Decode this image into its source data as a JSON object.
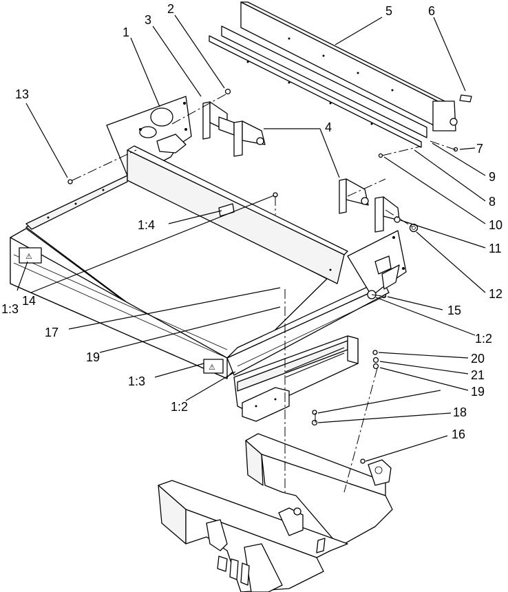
{
  "diagram": {
    "kind": "exploded parts view",
    "line_color": "#000000",
    "background_color": "#ffffff"
  },
  "callouts": {
    "c1": "1",
    "c2": "2",
    "c3": "3",
    "c4": "4",
    "c5": "5",
    "c6": "6",
    "c7": "7",
    "c8": "8",
    "c9": "9",
    "c10": "10",
    "c11": "11",
    "c12": "12",
    "c13": "13",
    "c14": "14",
    "c15": "15",
    "c16": "16",
    "c17": "17",
    "c18": "18",
    "c19": "19",
    "c20": "20",
    "c21": "21",
    "c1_2": "1:2",
    "c1_3": "1:3",
    "c1_4": "1:4"
  }
}
